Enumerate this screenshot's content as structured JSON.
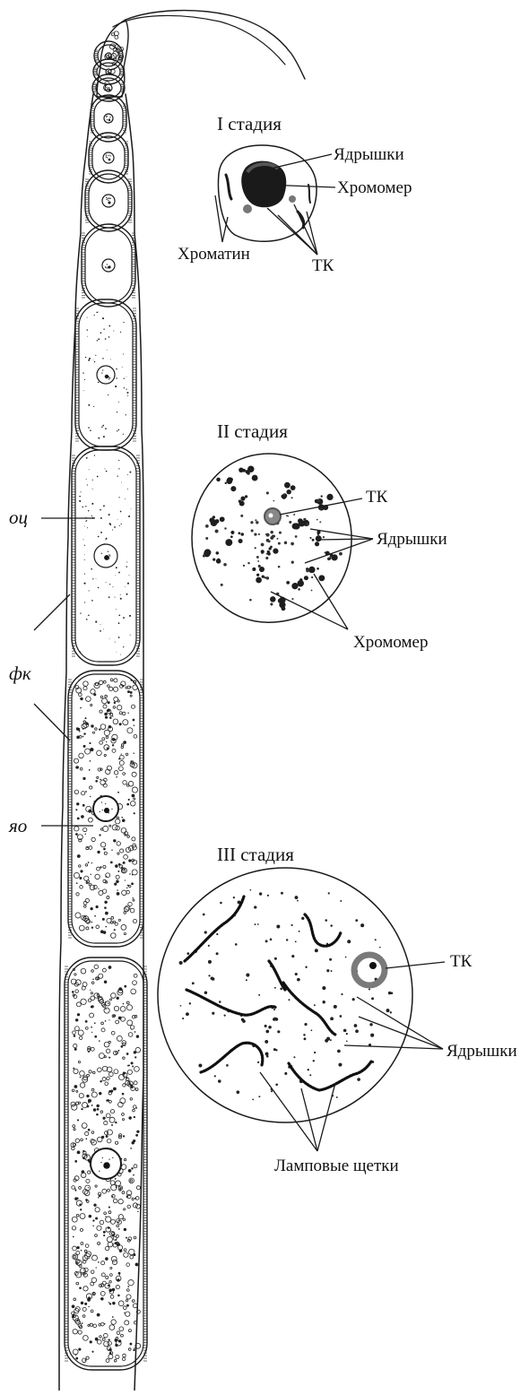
{
  "ovariole": {
    "labels": {
      "oocyte": "оц",
      "follicle_cells": "фк",
      "oocyte_nucleus": "яо"
    }
  },
  "stage1": {
    "title": "I стадия",
    "labels": {
      "nucleoli": "Ядрышки",
      "chromomere": "Хромомер",
      "chromatin": "Хроматин",
      "tk": "ТК"
    }
  },
  "stage2": {
    "title": "II стадия",
    "labels": {
      "tk": "ТК",
      "nucleoli": "Ядрышки",
      "chromomere": "Хромомер"
    }
  },
  "stage3": {
    "title": "III стадия",
    "labels": {
      "tk": "ТК",
      "nucleoli": "Ядрышки",
      "lampbrush": "Ламповые щетки"
    }
  },
  "colors": {
    "ink": "#1a1a1a",
    "karyosphere_ring": "#7a7a7a",
    "paper": "#ffffff"
  }
}
